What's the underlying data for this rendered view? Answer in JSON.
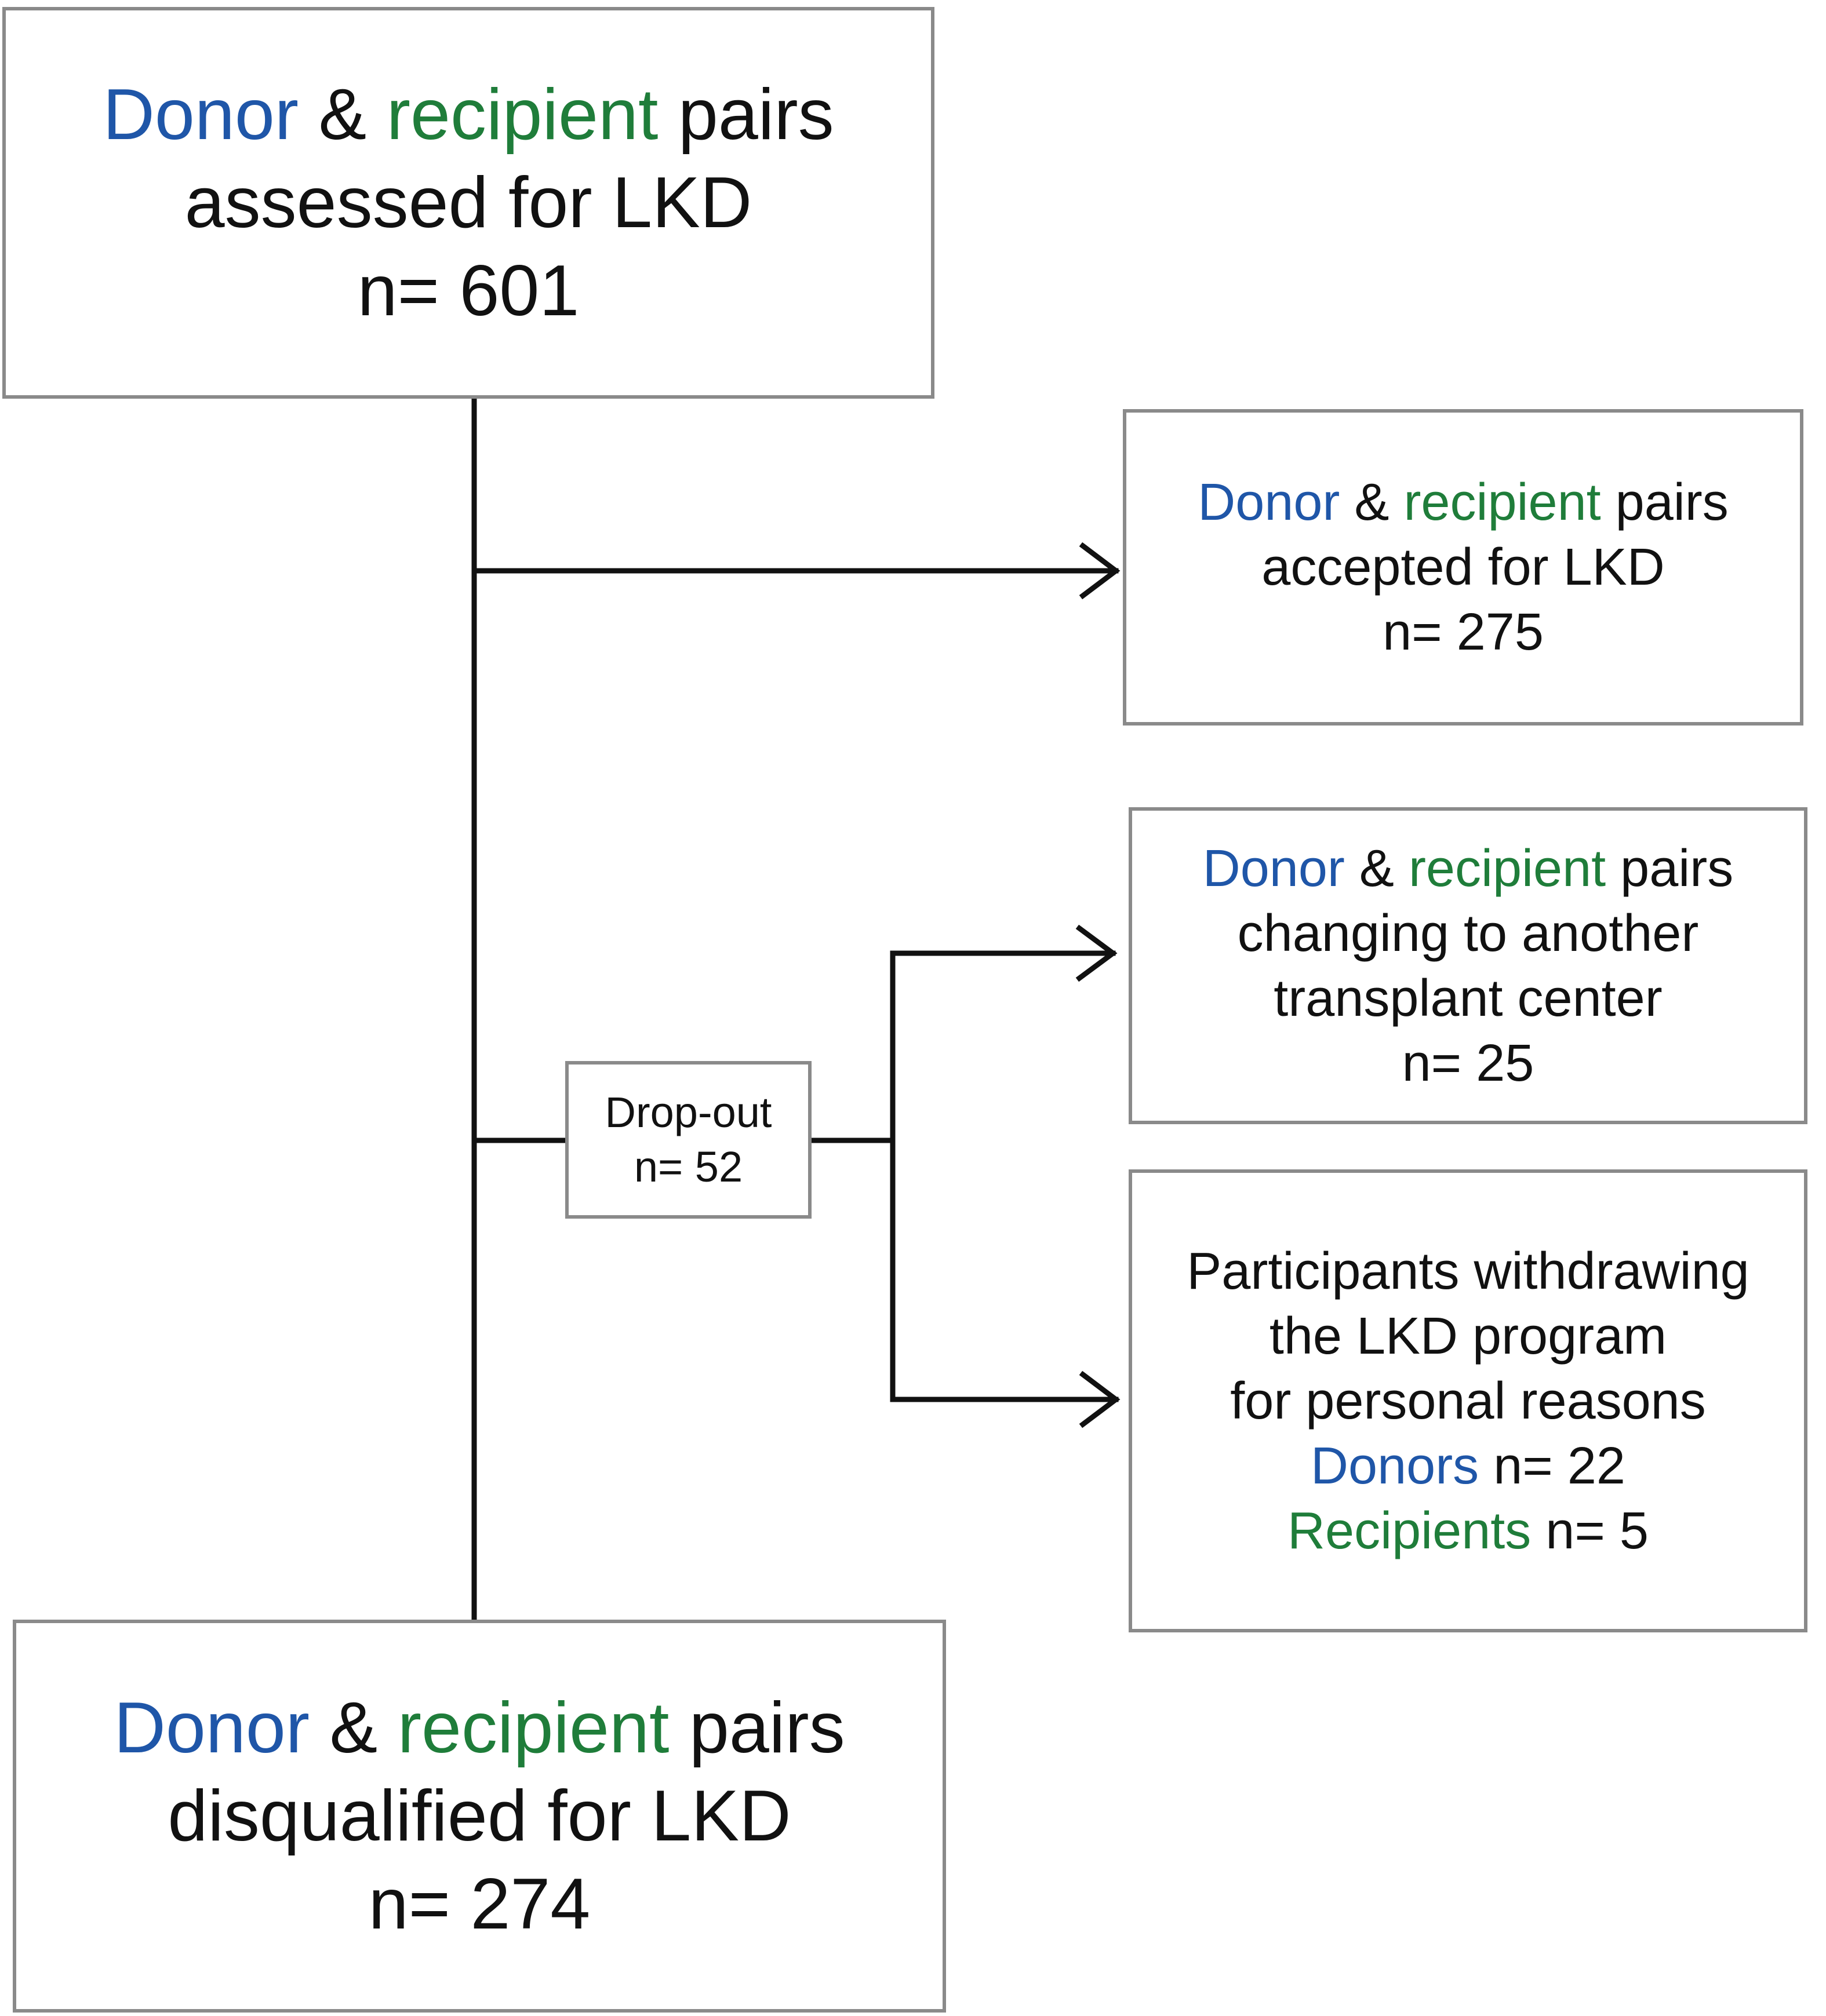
{
  "colors": {
    "donor": "#1f56a8",
    "recipient": "#1f7d3a",
    "text": "#111111",
    "border": "#8a8a8a",
    "line": "#111111"
  },
  "assessed": {
    "donor": "Donor",
    "amp": "&",
    "recipient": "recipient",
    "pairs": "pairs",
    "line2": "assessed for LKD",
    "n": "n= 601"
  },
  "accepted": {
    "donor": "Donor",
    "amp": "&",
    "recipient": "recipient",
    "pairs": "pairs",
    "line2": "accepted for LKD",
    "n": "n= 275"
  },
  "dropout": {
    "label": "Drop-out",
    "n": "n= 52"
  },
  "changing": {
    "donor": "Donor",
    "amp": "&",
    "recipient": "recipient",
    "pairs": "pairs",
    "line2": "changing to another",
    "line3": "transplant center",
    "n": "n= 25"
  },
  "withdrawing": {
    "line1": "Participants withdrawing",
    "line2": "the LKD program",
    "line3": "for personal reasons",
    "donors_label": "Donors",
    "donors_n": "n= 22",
    "recipients_label": "Recipients",
    "recipients_n": "n= 5"
  },
  "disqualified": {
    "donor": "Donor",
    "amp": "&",
    "recipient": "recipient",
    "pairs": "pairs",
    "line2": "disqualified for LKD",
    "n": "n= 274"
  }
}
